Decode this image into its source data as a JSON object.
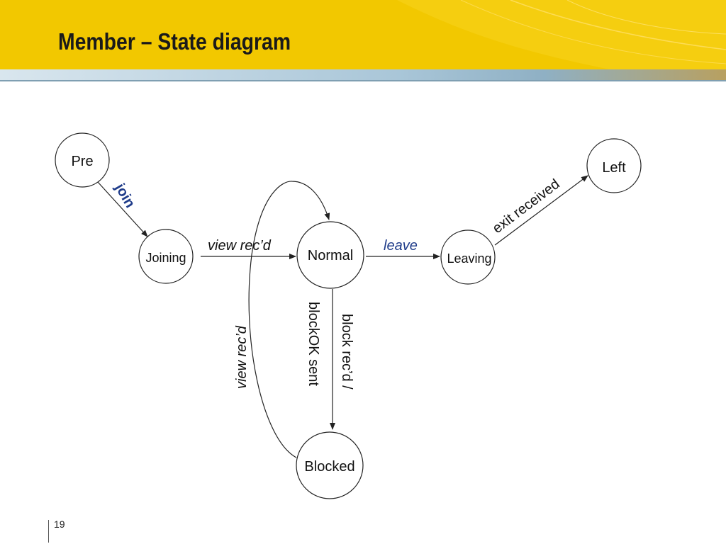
{
  "slide": {
    "title": "Member – State diagram",
    "page_number": "19"
  },
  "colors": {
    "header_yellow": "#f2c800",
    "header_blue": "#b5d0e0",
    "accent_blue": "#1f3c8a",
    "stroke": "#222222"
  },
  "diagram": {
    "states": {
      "pre": "Pre",
      "joining": "Joining",
      "normal": "Normal",
      "leaving": "Leaving",
      "left": "Left",
      "blocked": "Blocked"
    },
    "transitions": {
      "join": "join",
      "view_recd": "view rec’d",
      "leave": "leave",
      "exit_received": "exit received",
      "blockok_sent": "blockOK sent",
      "block_recd": "block rec’d /",
      "view_recd_back": "view rec’d"
    }
  }
}
